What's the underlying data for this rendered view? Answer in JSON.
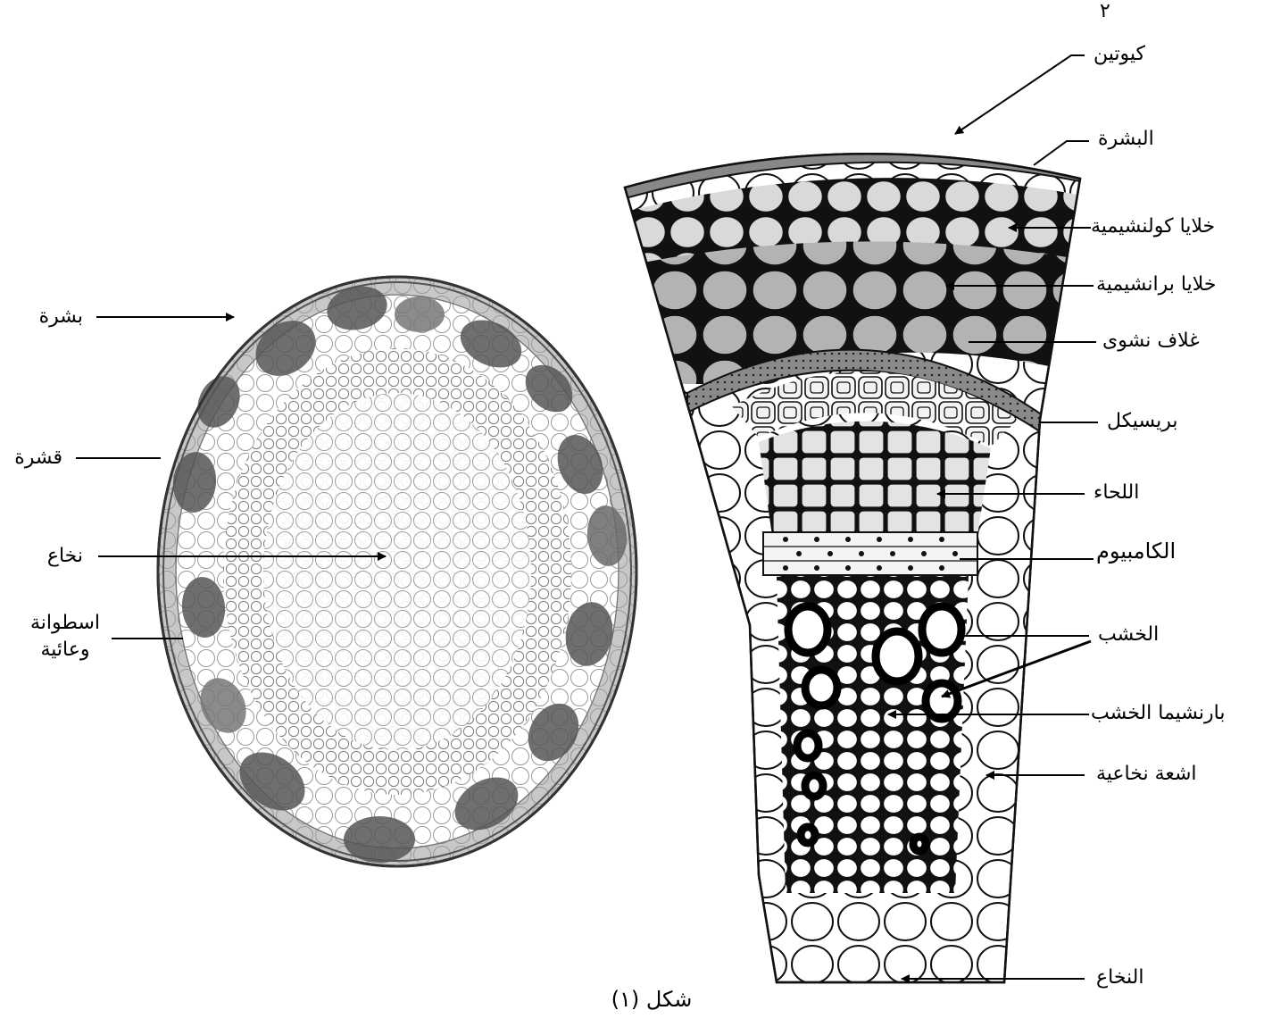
{
  "page_number": "٢",
  "figure_caption": "شكل (١)",
  "left_labels": {
    "epidermis": "بشرة",
    "cortex": "قشرة",
    "pith": "نخاع",
    "vascular_cylinder": "اسطوانة وعائية"
  },
  "right_labels": {
    "cuticle": "كيوتين",
    "epidermis": "البشرة",
    "collenchyma": "خلايا كولنشيمية",
    "parenchyma": "خلايا برانشيمية",
    "starch_sheath": "غلاف نشوى",
    "pericycle": "بريسيكل",
    "phloem": "اللحاء",
    "cambium": "الكامبيوم",
    "xylem": "الخشب",
    "xylem_parenchyma": "بارنشيما الخشب",
    "medullary_rays": "اشعة نخاعية",
    "pith": "النخاع"
  }
}
